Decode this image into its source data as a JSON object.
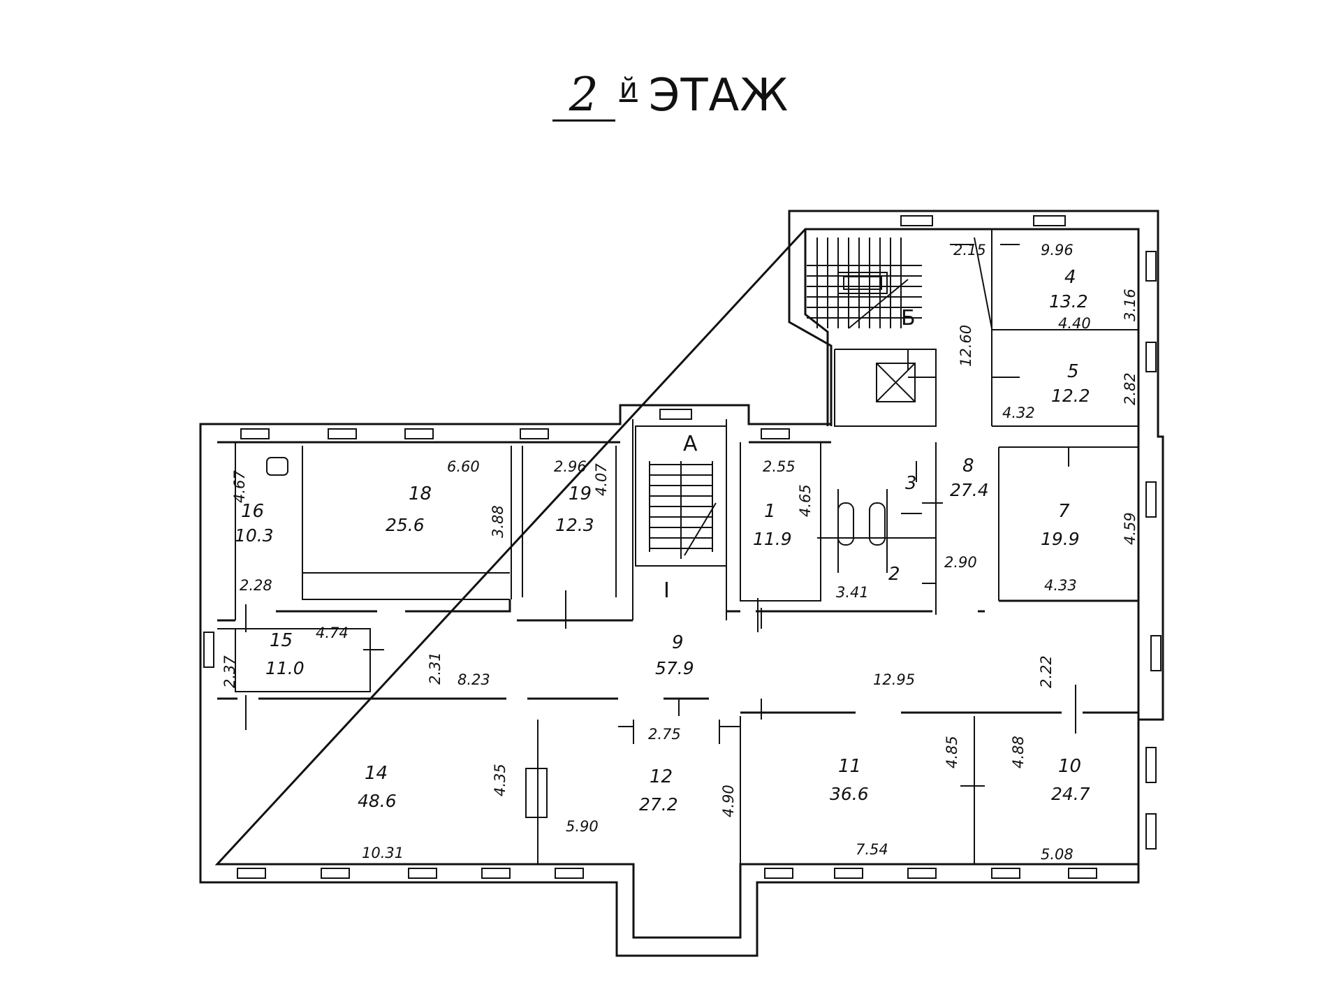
{
  "title": {
    "number": "2",
    "suffix": "й",
    "word": "ЭТАЖ"
  },
  "rooms": [
    {
      "number": "1",
      "area": "11.9"
    },
    {
      "number": "2",
      "area": ""
    },
    {
      "number": "3",
      "area": ""
    },
    {
      "number": "4",
      "area": "13.2"
    },
    {
      "number": "5",
      "area": "12.2"
    },
    {
      "number": "7",
      "area": "19.9"
    },
    {
      "number": "8",
      "area": "27.4"
    },
    {
      "number": "9",
      "area": "57.9"
    },
    {
      "number": "10",
      "area": "24.7"
    },
    {
      "number": "11",
      "area": "36.6"
    },
    {
      "number": "12",
      "area": "27.2"
    },
    {
      "number": "14",
      "area": "48.6"
    },
    {
      "number": "15",
      "area": "11.0"
    },
    {
      "number": "16",
      "area": "10.3"
    },
    {
      "number": "18",
      "area": "25.6"
    },
    {
      "number": "19",
      "area": "12.3"
    }
  ],
  "dimensions": [
    "6.60",
    "3.88",
    "2.96",
    "4.07",
    "4.67",
    "2.28",
    "2.55",
    "4.65",
    "3.41",
    "2.90",
    "2.15",
    "9.96",
    "3.16",
    "4.40",
    "12.60",
    "4.32",
    "2.82",
    "4.59",
    "4.33",
    "4.74",
    "2.37",
    "2.31",
    "8.23",
    "12.95",
    "2.22",
    "2.75",
    "4.90",
    "5.90",
    "4.35",
    "10.31",
    "4.85",
    "7.54",
    "4.88",
    "5.08"
  ],
  "labels": {
    "stair_a": "А",
    "stair_b": "Б",
    "stair_i": "I"
  }
}
